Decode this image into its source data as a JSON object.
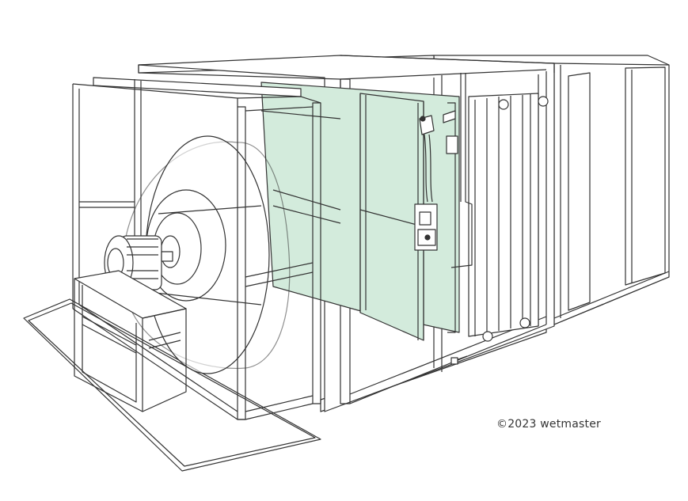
{
  "copyright": "©2023 wetmaster",
  "colors": {
    "line": "#333333",
    "media_fill": "#d3ebdc",
    "background": "#ffffff"
  },
  "components": [
    {
      "id": "casing-section-right",
      "icon": "open-frame-module"
    },
    {
      "id": "coil-section",
      "icon": "coil-with-headers"
    },
    {
      "id": "humidifier-media-panel",
      "icon": "green-evaporative-media"
    },
    {
      "id": "water-supply-unit",
      "icon": "valve-assembly"
    },
    {
      "id": "fan-section",
      "icon": "centrifugal-fan-with-motor"
    },
    {
      "id": "motor-base",
      "icon": "steel-frame-stand"
    }
  ]
}
